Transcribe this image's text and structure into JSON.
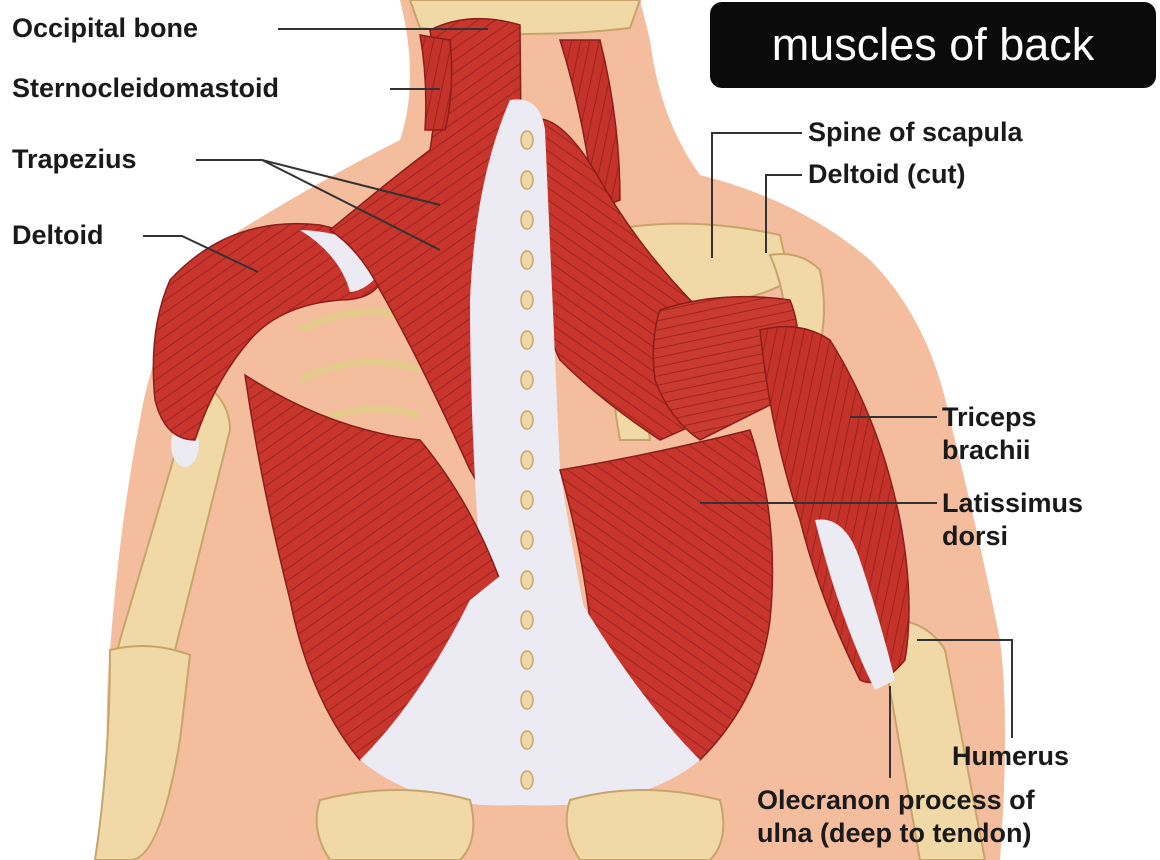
{
  "title": "muscles of back",
  "labels": {
    "occipital_bone": "Occipital bone",
    "sternocleidomastoid": "Sternocleidomastoid",
    "trapezius": "Trapezius",
    "deltoid": "Deltoid",
    "spine_of_scapula": "Spine of scapula",
    "deltoid_cut": "Deltoid (cut)",
    "triceps_brachii": [
      "Triceps",
      "brachii"
    ],
    "latissimus_dorsi": [
      "Latissimus",
      "dorsi"
    ],
    "humerus": "Humerus",
    "olecranon": [
      "Olecranon process of",
      "ulna (deep to tendon)"
    ]
  },
  "colors": {
    "muscle": "#c8352c",
    "muscle_dark": "#9e2520",
    "tendon": "#ecebf3",
    "bone": "#f0d9a6",
    "skin": "#f3bd9e",
    "leader": "#333333",
    "title_bg": "#0b0b0b"
  }
}
